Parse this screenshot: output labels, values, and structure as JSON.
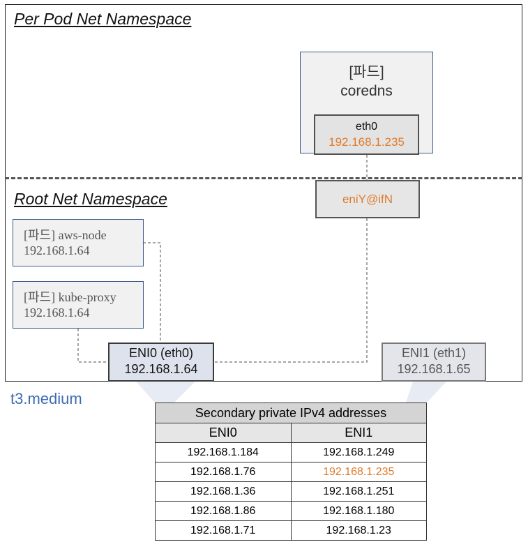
{
  "sections": {
    "top_title": "Per Pod  Net Namespace",
    "bottom_title": "Root Net Namespace"
  },
  "pod": {
    "tag": "[파드]",
    "name": "coredns",
    "eth_name": "eth0",
    "eth_ip": "192.168.1.235"
  },
  "veth": {
    "label": "eniY@ifN"
  },
  "aws_node": {
    "label": "[파드] aws-node",
    "ip": "192.168.1.64"
  },
  "kube_proxy": {
    "label": "[파드] kube-proxy",
    "ip": "192.168.1.64"
  },
  "eni0": {
    "label": "ENI0 (eth0)",
    "ip": "192.168.1.64"
  },
  "eni1": {
    "label": "ENI1 (eth1)",
    "ip": "192.168.1.65"
  },
  "instance_type": "t3.medium",
  "addresses": {
    "caption": "Secondary private IPv4 addresses",
    "headers": [
      "ENI0",
      "ENI1"
    ],
    "rows": [
      [
        "192.168.1.184",
        "192.168.1.249"
      ],
      [
        "192.168.1.76",
        "192.168.1.235"
      ],
      [
        "192.168.1.36",
        "192.168.1.251"
      ],
      [
        "192.168.1.86",
        "192.168.1.180"
      ],
      [
        "192.168.1.71",
        "192.168.1.23"
      ]
    ],
    "highlight": {
      "row": 1,
      "col": 1,
      "color": "#e07a2a"
    }
  },
  "colors": {
    "accent_orange": "#e07a2a",
    "instance_blue": "#3d6bb3",
    "pod_border": "#3a5a8c"
  }
}
